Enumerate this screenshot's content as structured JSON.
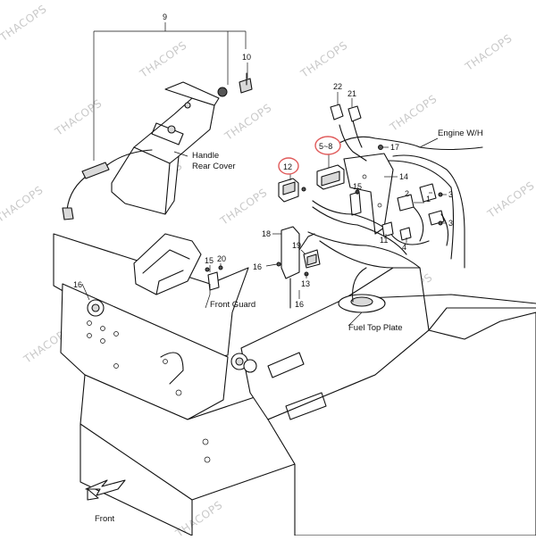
{
  "watermark": "THACOPS",
  "callouts": {
    "c9": "9",
    "c10": "10",
    "c22": "22",
    "c21": "21",
    "c17": "17",
    "c58": "5~8",
    "c12": "12",
    "c14": "14",
    "c15a": "15",
    "c1": "1",
    "c2": "2",
    "c3a": "3",
    "c3b": "3",
    "c11": "11",
    "c4": "4",
    "c18": "18",
    "c19": "19",
    "c13": "13",
    "c16a": "16",
    "c16b": "16",
    "c16c": "16",
    "c15b": "15",
    "c20": "20"
  },
  "labels": {
    "handle_rear_cover_1": "Handle",
    "handle_rear_cover_2": "Rear Cover",
    "engine_wh": "Engine W/H",
    "front_guard": "Front Guard",
    "fuel_top_plate": "Fuel Top Plate",
    "front": "Front"
  },
  "colors": {
    "highlight_circle": "#e05a5a",
    "line": "#111111",
    "watermark": "#c9c9c9"
  }
}
